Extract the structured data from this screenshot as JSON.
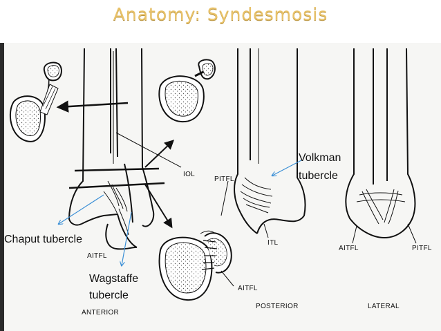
{
  "slide": {
    "title": "Anatomy: Syndesmosis"
  },
  "figure": {
    "view_labels": {
      "anterior": "ANTERIOR",
      "posterior": "POSTERIOR",
      "lateral": "LATERAL"
    },
    "ligament_labels": {
      "iol": "IOL",
      "pitfl_center": "PITFL",
      "aitfl_left": "AITFL",
      "aitfl_cross": "AITFL",
      "itl": "ITL",
      "aitfl_lateral": "AITFL",
      "pitfl_lateral": "PITFL"
    },
    "annotations": {
      "chaput": "Chaput tubercle",
      "wagstaffe_line1": "Wagstaffe",
      "wagstaffe_line2": "tubercle",
      "volkman_line1": "Volkman",
      "volkman_line2": "tubercle"
    },
    "annotation_color": "#3a8fd6"
  }
}
